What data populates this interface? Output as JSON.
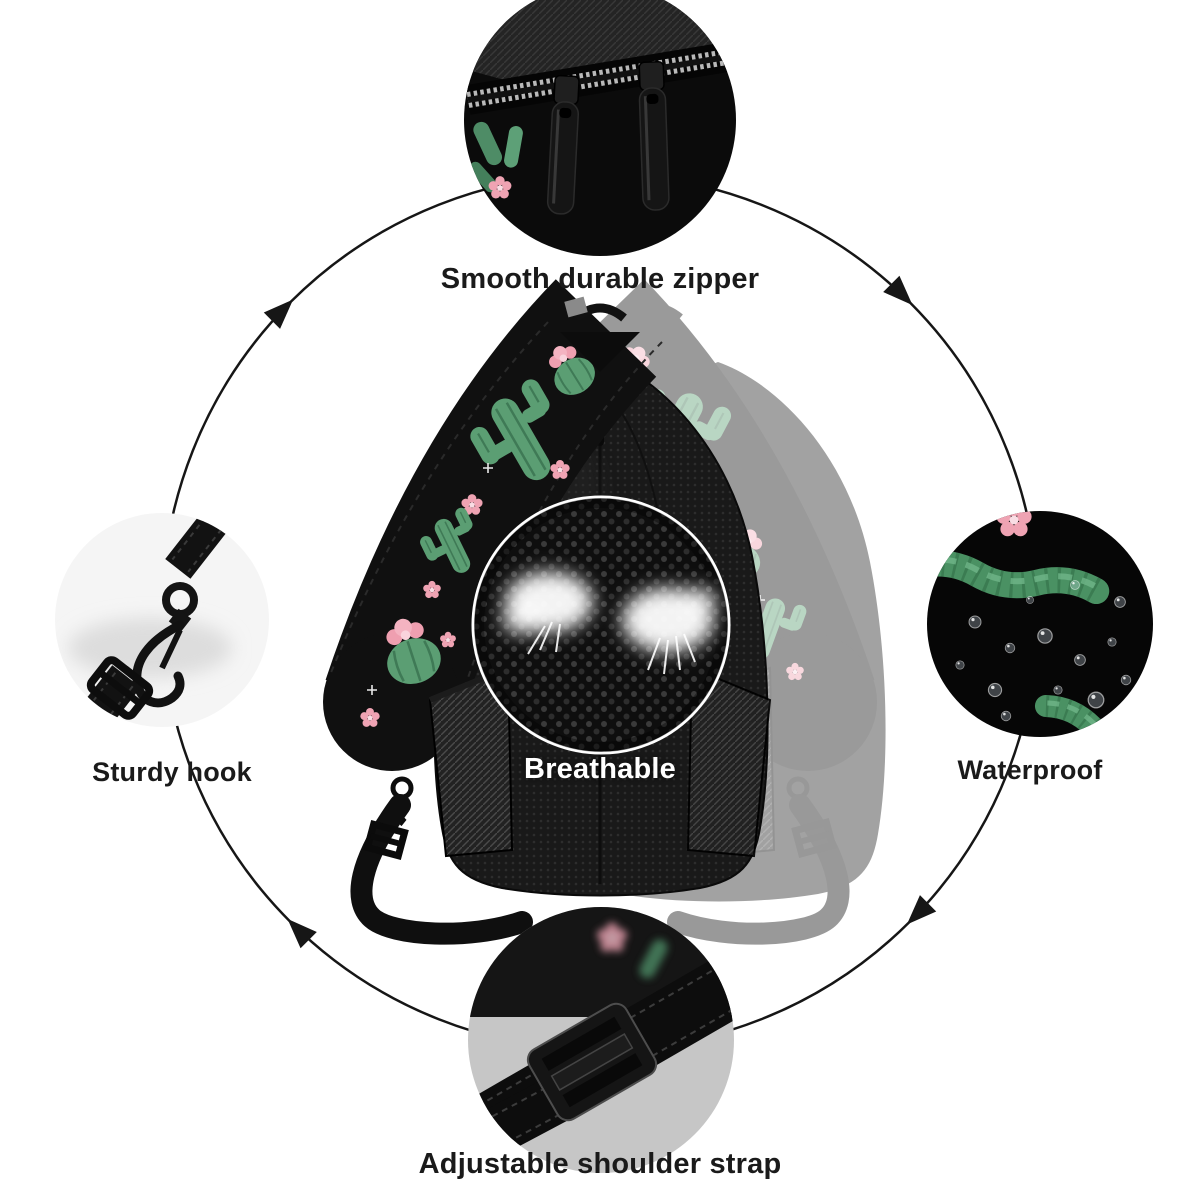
{
  "features": [
    {
      "id": "zipper",
      "label": "Smooth durable zipper",
      "position": "top"
    },
    {
      "id": "hook",
      "label": "Sturdy hook",
      "position": "left"
    },
    {
      "id": "waterproof",
      "label": "Waterproof",
      "position": "right"
    },
    {
      "id": "breathable",
      "label": "Breathable",
      "position": "center"
    },
    {
      "id": "strap",
      "label": "Adjustable shoulder strap",
      "position": "bottom"
    }
  ],
  "colors": {
    "background": "#ffffff",
    "label_text": "#1a1a1a",
    "breathable_text": "#ffffff",
    "rotation_ring": "#161616",
    "bag_black": "#141414",
    "cactus_green": "#5b9e73",
    "flower_pink": "#efa3b3"
  },
  "icons": {
    "rotation_arrows": "clockwise-rotation-arrow"
  }
}
